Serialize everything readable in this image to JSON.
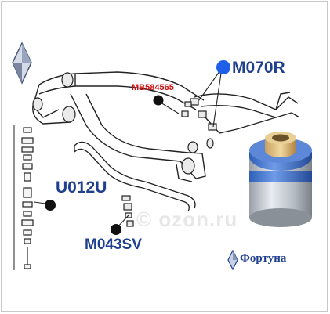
{
  "labels": {
    "upper_arm": "M070R",
    "stabilizer": "U012U",
    "link": "M043SV",
    "part_number": "MB584565"
  },
  "watermark": "© ozon.ru",
  "brand": {
    "name": "Фортуна",
    "logo_icon": "rhombus-logo-icon"
  },
  "colors": {
    "label_blue": "#1f3f8f",
    "marker_blue": "#1f5fe8",
    "part_red": "#d01010",
    "bushing_blue": "#3a6fd0"
  }
}
